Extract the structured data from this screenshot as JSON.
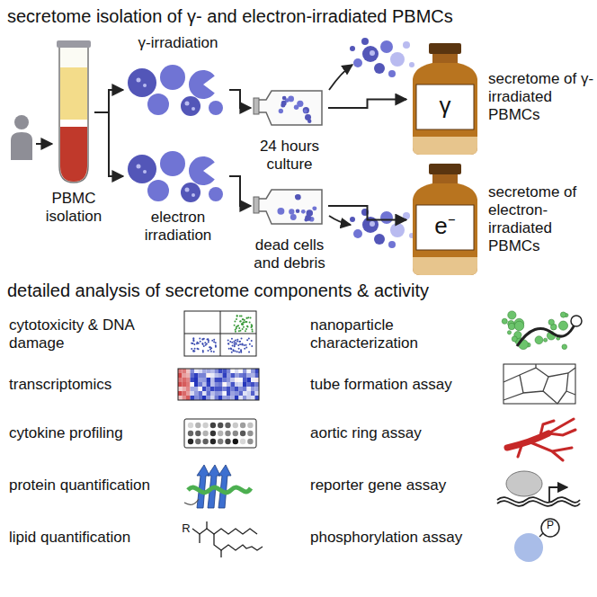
{
  "diagram": {
    "title": "secretome isolation of γ- and electron-irradiated PBMCs",
    "nodes": [
      {
        "text": [
          "PBMC isolation"
        ]
      },
      {
        "text": [
          "γ-irradiation"
        ]
      },
      {
        "text": [
          "electron irradiation"
        ]
      },
      {
        "text": [
          "24 hours culture"
        ]
      },
      {
        "text": [
          "dead cells and debris"
        ]
      },
      {
        "text": [
          "γ",
          "secretome of γ-irradiated PBMCs"
        ]
      },
      {
        "text": [
          "e⁻",
          "secretome of electron-irradiated PBMCs"
        ]
      }
    ],
    "edges": [
      {
        "from": 0,
        "to": 1,
        "arrow": "to"
      },
      {
        "from": 0,
        "to": 2,
        "arrow": "to"
      },
      {
        "from": 1,
        "to": 3,
        "arrow": "to"
      },
      {
        "from": 2,
        "to": 4,
        "arrow": "to"
      },
      {
        "from": 3,
        "to": 5,
        "arrow": "to"
      },
      {
        "from": 4,
        "to": 6,
        "arrow": "to"
      }
    ],
    "labels": [
      "detailed analysis of secretome components & activity",
      "cytotoxicity & DNA damage",
      "transcriptomics",
      "cytokine profiling",
      "protein quantification",
      "lipid quantification",
      "nanoparticle characterization",
      "tube formation assay",
      "aortic ring assay",
      "reporter gene assay",
      "phosphorylation assay",
      "R",
      "P"
    ]
  }
}
